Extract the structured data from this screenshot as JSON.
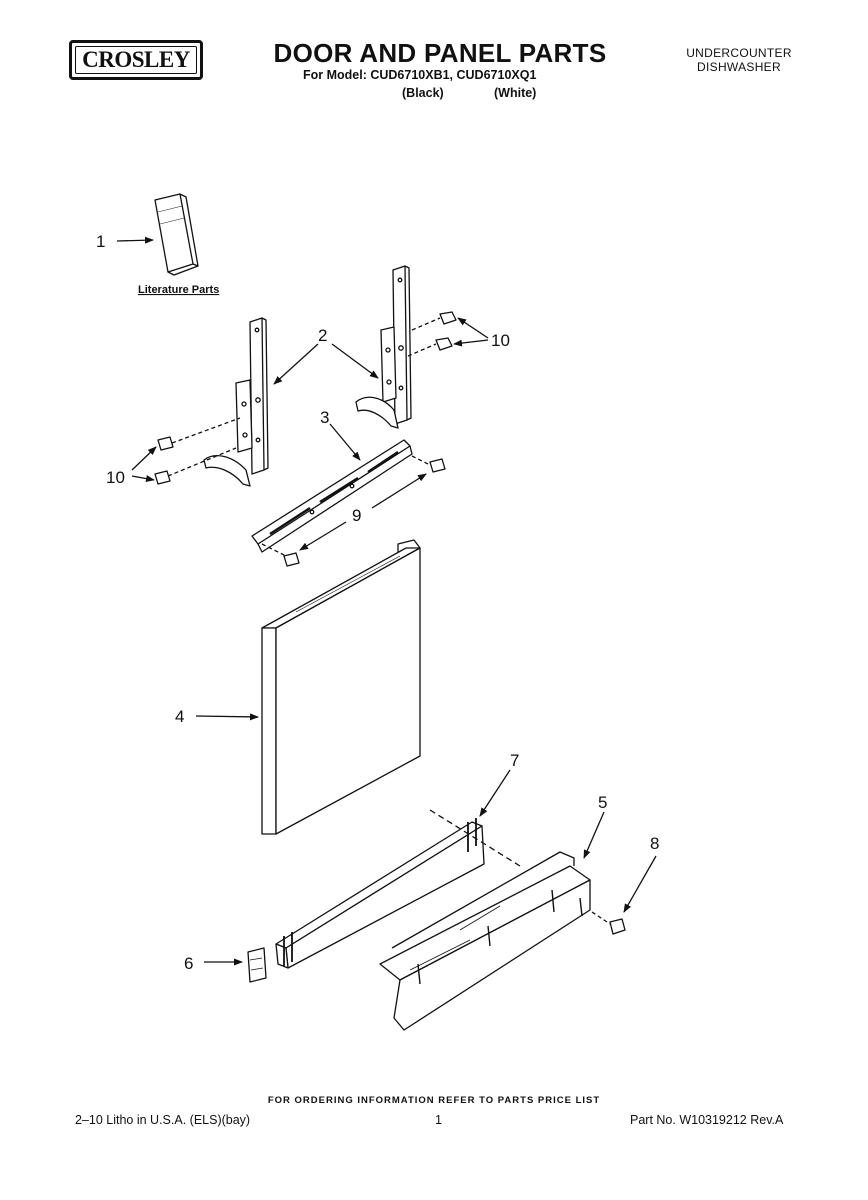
{
  "header": {
    "brand": "CROSLEY",
    "title": "DOOR AND PANEL PARTS",
    "model_line": "For Model: CUD6710XB1, CUD6710XQ1",
    "variant_black": "(Black)",
    "variant_white": "(White)",
    "appliance_line1": "UNDERCOUNTER",
    "appliance_line2": "DISHWASHER"
  },
  "diagram": {
    "literature_label": "Literature Parts",
    "callouts": {
      "c1": "1",
      "c2": "2",
      "c3": "3",
      "c4": "4",
      "c5": "5",
      "c6": "6",
      "c7": "7",
      "c8": "8",
      "c9": "9",
      "c10_right": "10",
      "c10_left": "10"
    }
  },
  "footer": {
    "order_note": "FOR ORDERING INFORMATION REFER TO PARTS PRICE LIST",
    "litho": "2–10 Litho in U.S.A. (ELS)(bay)",
    "page": "1",
    "part_no": "Part No. W10319212 Rev.A"
  }
}
